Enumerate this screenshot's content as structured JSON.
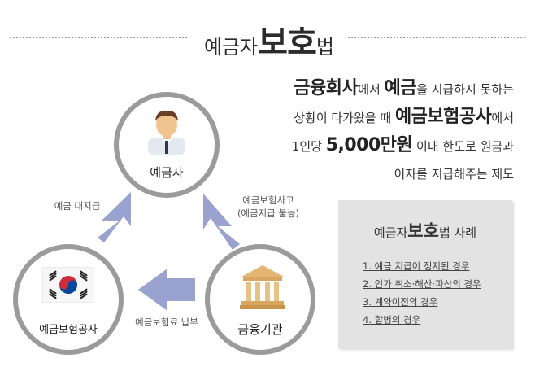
{
  "title": {
    "prefix": "예금자",
    "emphasis": "보호",
    "suffix": "법"
  },
  "description": {
    "line1": {
      "b1": "금융회사",
      "t1": "에서 ",
      "b2": "예금",
      "t2": "을 지급하지 못하는"
    },
    "line2": {
      "t1": "상황이 다가왔을 때 ",
      "b1": "예금보험공사",
      "t2": "에서"
    },
    "line3": {
      "t1": "1인당 ",
      "b1": "5,000만원",
      "t2": " 이내 한도로 원금과"
    },
    "line4": {
      "t1": "이자를 지급해주는 제도"
    }
  },
  "nodes": {
    "depositor": {
      "label": "예금자",
      "icon": "person-icon"
    },
    "kdic": {
      "label": "예금보험공사",
      "icon": "korea-flag-icon"
    },
    "institution": {
      "label": "금융기관",
      "icon": "bank-building-icon"
    }
  },
  "arrows": {
    "kdic_to_depositor": "예금 대지급",
    "institution_to_depositor_line1": "예금보험사고",
    "institution_to_depositor_line2": "(예금지급 불능)",
    "institution_to_kdic": "예금보험료 납부"
  },
  "colors": {
    "arrow": "#9aa2cf",
    "circle_border": "#9b9b9b",
    "case_box_bg": "#e3e3e3"
  },
  "case_box": {
    "title_prefix": "예금자",
    "title_emphasis": "보호",
    "title_suffix": "법 사례",
    "items": [
      "1. 예금 지급이 정지된 경우",
      "2. 인가 취소·해산·파산의 경우",
      "3. 계약이전의 경우",
      "4. 합병의 경우"
    ]
  }
}
